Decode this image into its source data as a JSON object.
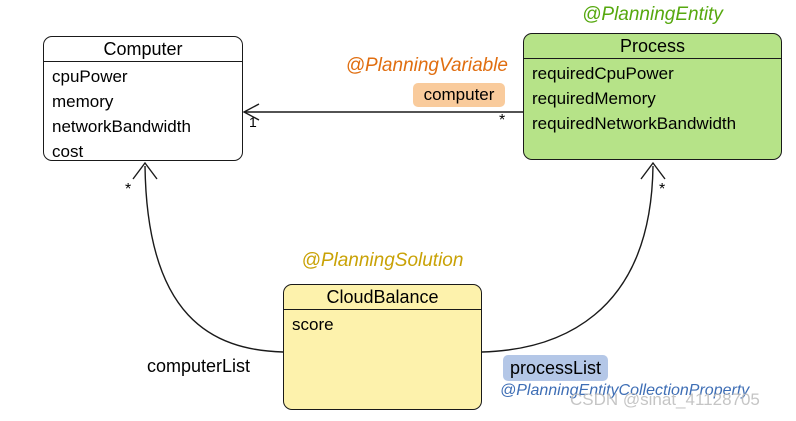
{
  "diagram": {
    "type": "uml-class-diagram",
    "watermark": "CSDN @sinat_41128705",
    "colors": {
      "process_fill": "#b6e388",
      "cloudbalance_fill": "#fdf2ac",
      "computer_fill": "#ffffff",
      "planning_entity_annotation": "#56a80f",
      "planning_variable_annotation": "#e06e10",
      "planning_solution_annotation": "#c9a206",
      "collection_property_annotation": "#3e6eb5",
      "computer_label_highlight": "#f9cb9c",
      "processlist_label_highlight": "#b4c7e7",
      "line_color": "#1a1a1a"
    },
    "classes": {
      "computer": {
        "title": "Computer",
        "fields": [
          "cpuPower",
          "memory",
          "networkBandwidth",
          "cost"
        ]
      },
      "process": {
        "title": "Process",
        "annotation": "@PlanningEntity",
        "fields": [
          "requiredCpuPower",
          "requiredMemory",
          "requiredNetworkBandwidth"
        ]
      },
      "cloud_balance": {
        "title": "CloudBalance",
        "annotation": "@PlanningSolution",
        "fields": [
          "score"
        ]
      }
    },
    "relations": {
      "process_to_computer": {
        "annotation": "@PlanningVariable",
        "label": "computer",
        "multiplicity_computer_end": "1",
        "multiplicity_process_end": "*"
      },
      "cloudbalance_to_computer": {
        "label": "computerList",
        "multiplicity": "*"
      },
      "cloudbalance_to_process": {
        "label": "processList",
        "annotation": "@PlanningEntityCollectionProperty",
        "multiplicity": "*"
      }
    }
  }
}
